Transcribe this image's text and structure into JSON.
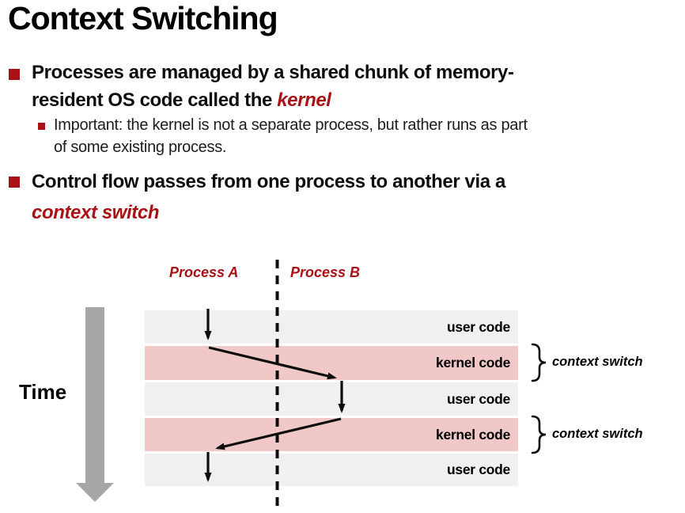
{
  "slide": {
    "title": "Context Switching",
    "bullet1": {
      "line1": "Processes are managed by a shared chunk of memory-",
      "line2_prefix": "resident OS code called the ",
      "line2_emphasis": "kernel"
    },
    "sub_bullet": {
      "line1": "Important: the kernel is not a separate process, but rather runs as part",
      "line2": "of some existing process."
    },
    "bullet2": {
      "line1": "Control flow passes from one process to another via a",
      "line2_emphasis": "context switch"
    }
  },
  "diagram": {
    "process_a_label": "Process A",
    "process_b_label": "Process B",
    "time_label": "Time",
    "bands": [
      {
        "label": "user code",
        "type": "user"
      },
      {
        "label": "kernel code",
        "type": "kernel"
      },
      {
        "label": "user code",
        "type": "user"
      },
      {
        "label": "kernel code",
        "type": "kernel"
      },
      {
        "label": "user code",
        "type": "user"
      }
    ],
    "context_switch_labels": [
      "context switch",
      "context switch"
    ]
  },
  "colors": {
    "accent-red": "#a91114",
    "band-user": "#f1f0f1",
    "band-kernel": "#f0c8c8",
    "arrow-gray": "#a6a6a6",
    "ink": "#0d0d0d"
  }
}
